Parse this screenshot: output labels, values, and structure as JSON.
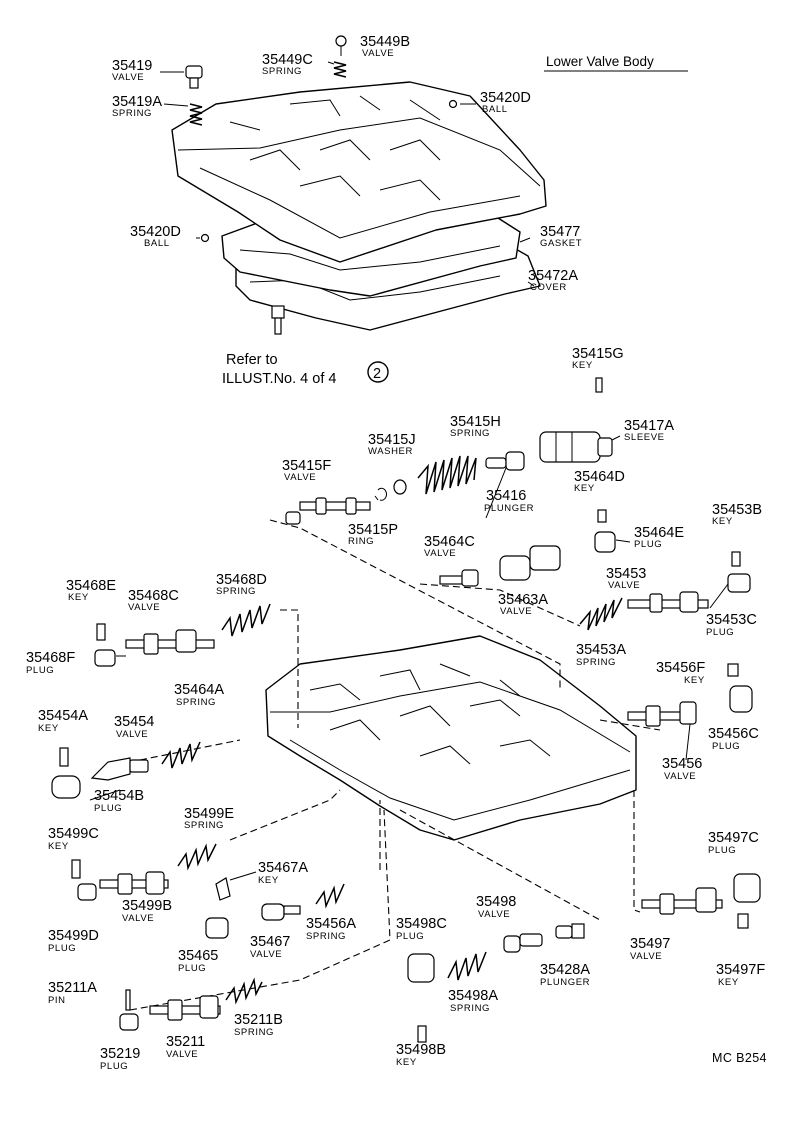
{
  "title": "Lower Valve Body",
  "refer": {
    "line1": "Refer to",
    "line2": "ILLUST.No. 4 of 4",
    "badge": "2"
  },
  "footer": "MC  B254",
  "parts": {
    "p35419": {
      "number": "35419",
      "label": "VALVE"
    },
    "p35419A": {
      "number": "35419A",
      "label": "SPRING"
    },
    "p35449B": {
      "number": "35449B",
      "label": "VALVE"
    },
    "p35449C": {
      "number": "35449C",
      "label": "SPRING"
    },
    "p35420D_top": {
      "number": "35420D",
      "label": "BALL"
    },
    "p35420D_left": {
      "number": "35420D",
      "label": "BALL"
    },
    "p35477": {
      "number": "35477",
      "label": "GASKET"
    },
    "p35472A": {
      "number": "35472A",
      "label": "COVER"
    },
    "p35415G": {
      "number": "35415G",
      "label": "KEY"
    },
    "p35417A": {
      "number": "35417A",
      "label": "SLEEVE"
    },
    "p35415H": {
      "number": "35415H",
      "label": "SPRING"
    },
    "p35415J": {
      "number": "35415J",
      "label": "WASHER"
    },
    "p35415F": {
      "number": "35415F",
      "label": "VALVE"
    },
    "p35416": {
      "number": "35416",
      "label": "PLUNGER"
    },
    "p35464D": {
      "number": "35464D",
      "label": "KEY"
    },
    "p35415P": {
      "number": "35415P",
      "label": "RING"
    },
    "p35453B": {
      "number": "35453B",
      "label": "KEY"
    },
    "p35464E": {
      "number": "35464E",
      "label": "PLUG"
    },
    "p35464C": {
      "number": "35464C",
      "label": "VALVE"
    },
    "p35463A": {
      "number": "35463A",
      "label": "VALVE"
    },
    "p35453": {
      "number": "35453",
      "label": "VALVE"
    },
    "p35453C": {
      "number": "35453C",
      "label": "PLUG"
    },
    "p35453A": {
      "number": "35453A",
      "label": "SPRING"
    },
    "p35468E": {
      "number": "35468E",
      "label": "KEY"
    },
    "p35468C": {
      "number": "35468C",
      "label": "VALVE"
    },
    "p35468D": {
      "number": "35468D",
      "label": "SPRING"
    },
    "p35468F": {
      "number": "35468F",
      "label": "PLUG"
    },
    "p35456F": {
      "number": "35456F",
      "label": "KEY"
    },
    "p35456C": {
      "number": "35456C",
      "label": "PLUG"
    },
    "p35456": {
      "number": "35456",
      "label": "VALVE"
    },
    "p35464A": {
      "number": "35464A",
      "label": "SPRING"
    },
    "p35454A": {
      "number": "35454A",
      "label": "KEY"
    },
    "p35454": {
      "number": "35454",
      "label": "VALVE"
    },
    "p35454B": {
      "number": "35454B",
      "label": "PLUG"
    },
    "p35499E": {
      "number": "35499E",
      "label": "SPRING"
    },
    "p35499C": {
      "number": "35499C",
      "label": "KEY"
    },
    "p35467A": {
      "number": "35467A",
      "label": "KEY"
    },
    "p35499B": {
      "number": "35499B",
      "label": "VALVE"
    },
    "p35499D": {
      "number": "35499D",
      "label": "PLUG"
    },
    "p35465": {
      "number": "35465",
      "label": "PLUG"
    },
    "p35467": {
      "number": "35467",
      "label": "VALVE"
    },
    "p35456A": {
      "number": "35456A",
      "label": "SPRING"
    },
    "p35498C": {
      "number": "35498C",
      "label": "PLUG"
    },
    "p35498": {
      "number": "35498",
      "label": "VALVE"
    },
    "p35428A": {
      "number": "35428A",
      "label": "PLUNGER"
    },
    "p35498A": {
      "number": "35498A",
      "label": "SPRING"
    },
    "p35497C": {
      "number": "35497C",
      "label": "PLUG"
    },
    "p35497": {
      "number": "35497",
      "label": "VALVE"
    },
    "p35497F": {
      "number": "35497F",
      "label": "KEY"
    },
    "p35211A": {
      "number": "35211A",
      "label": "PIN"
    },
    "p35211B": {
      "number": "35211B",
      "label": "SPRING"
    },
    "p35211": {
      "number": "35211",
      "label": "VALVE"
    },
    "p35219": {
      "number": "35219",
      "label": "PLUG"
    },
    "p35498B": {
      "number": "35498B",
      "label": "KEY"
    }
  }
}
